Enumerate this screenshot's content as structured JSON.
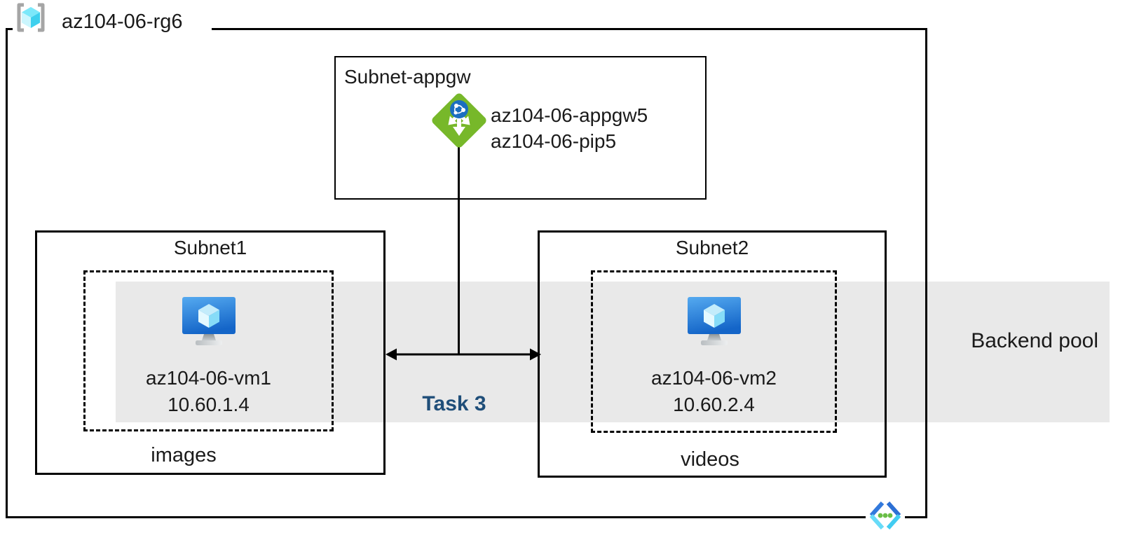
{
  "resource_group": {
    "name": "az104-06-rg6"
  },
  "appgw_subnet": {
    "title": "Subnet-appgw",
    "gateway_labels": [
      "az104-06-appgw5",
      "az104-06-pip5"
    ]
  },
  "subnets": [
    {
      "title": "Subnet1",
      "vm_name": "az104-06-vm1",
      "vm_ip": "10.60.1.4",
      "storage_label": "images"
    },
    {
      "title": "Subnet2",
      "vm_name": "az104-06-vm2",
      "vm_ip": "10.60.2.4",
      "storage_label": "videos"
    }
  ],
  "annotations": {
    "task_label": "Task 3",
    "backend_pool_label": "Backend pool"
  },
  "icons": {
    "resource_group": "resource-group-icon",
    "application_gateway": "application-gateway-icon",
    "virtual_machine": "vm-icon",
    "virtual_network": "virtual-network-icon"
  },
  "colors": {
    "line_black": "#000000",
    "text": "#1a1a1a",
    "task_blue": "#1f4e79",
    "backend_band_gray": "#e9e9e9",
    "appgw_green": "#77b82a",
    "globe_blue": "#1b6fc0",
    "vm_monitor_blue": "#2e86e0",
    "cube_cyan": "#7ce8fa",
    "vnet_blue": "#3279dc",
    "vnet_cyan": "#67dbf8",
    "vnet_dot_green": "#6abe47"
  }
}
